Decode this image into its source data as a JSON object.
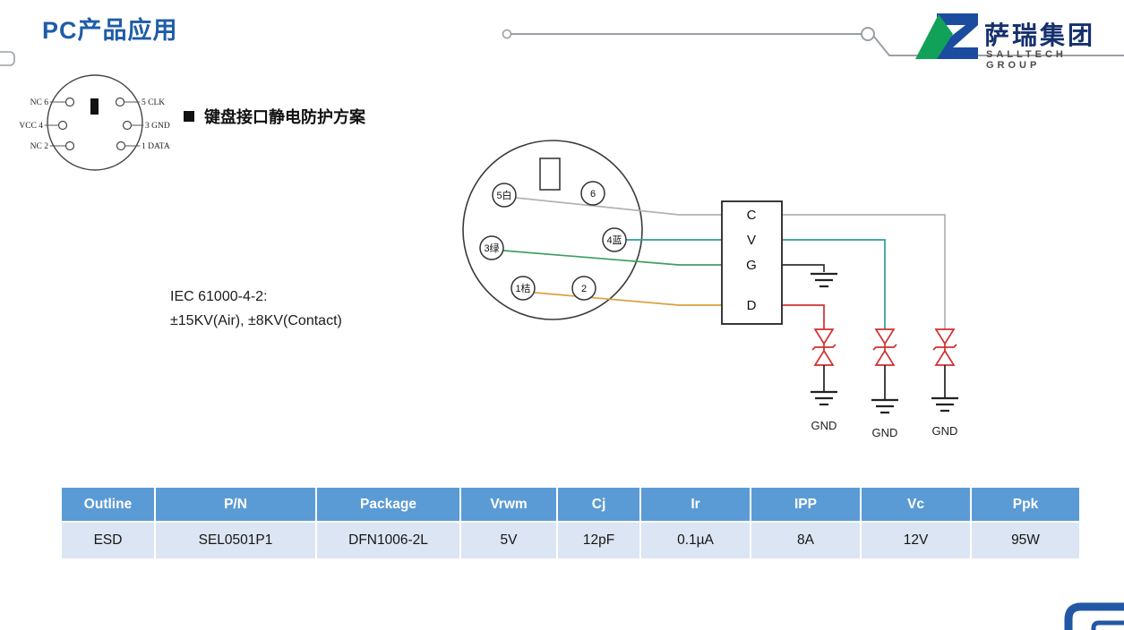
{
  "slide": {
    "title": "PC产品应用"
  },
  "logo": {
    "company_cn": "萨瑞集团",
    "company_en": "SALLTECH GROUP"
  },
  "section": {
    "heading": "键盘接口静电防护方案"
  },
  "mini_connector": {
    "labels": [
      "NC 6",
      "5 CLK",
      "VCC 4",
      "3 GND",
      "NC 2",
      "1 DATA"
    ]
  },
  "diagram": {
    "pins": [
      "5白",
      "6",
      "3绿",
      "4蓝",
      "1桔",
      "2"
    ],
    "bus": [
      "C",
      "V",
      "G",
      "D"
    ],
    "grounds": [
      "GND",
      "GND",
      "GND"
    ],
    "standard": {
      "line1": "IEC 61000-4-2:",
      "line2": "±15KV(Air), ±8KV(Contact)"
    }
  },
  "table": {
    "headers": [
      "Outline",
      "P/N",
      "Package",
      "Vrwm",
      "Cj",
      "Ir",
      "IPP",
      "Vc",
      "Ppk"
    ],
    "rows": [
      [
        "ESD",
        "SEL0501P1",
        "DFN1006-2L",
        "5V",
        "12pF",
        "0.1µA",
        "8A",
        "12V",
        "95W"
      ]
    ]
  },
  "colors": {
    "title_blue": "#1E5CA8",
    "logo_navy": "#1C4CA0",
    "logo_green": "#12A158",
    "table_header_bg": "#5B9BD5",
    "table_row_bg": "#DCE5F3",
    "wire_white_pin": "#B3B3B3",
    "wire_blue_pin": "#2F9E9A",
    "wire_green_pin": "#3E9E62",
    "wire_orange_pin": "#D8A13C",
    "tvs_red": "#D03030"
  }
}
